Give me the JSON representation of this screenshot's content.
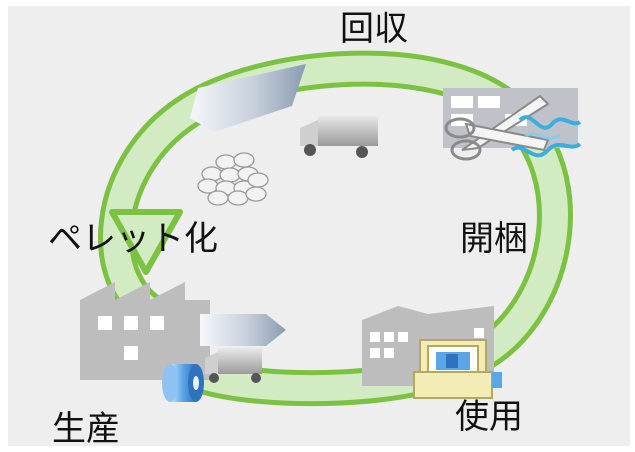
{
  "diagram": {
    "type": "recycling-cycle",
    "stages": {
      "collection": "回収",
      "unpacking": "開梱",
      "use": "使用",
      "production": "生産",
      "pelletizing": "ペレット化"
    },
    "colors": {
      "background": "#eeeeee",
      "ring_outline": "#7cc242",
      "ring_fill": "#d3ebc2",
      "machine_gray": "#bfc3c9",
      "factory_gray": "#bdbdbd",
      "product_box": "#f3ecb5",
      "wave_blue": "#3aaee0",
      "film_roll_blue": "#5aa6e6"
    },
    "icons": [
      "factory-icon",
      "film-roll-icon",
      "truck-icon",
      "cutter-machine-icon",
      "scissors-icon",
      "film-waste-icon",
      "warehouse-icon",
      "packaged-box-icon",
      "pellets-icon",
      "recycle-arrow-icon"
    ]
  }
}
